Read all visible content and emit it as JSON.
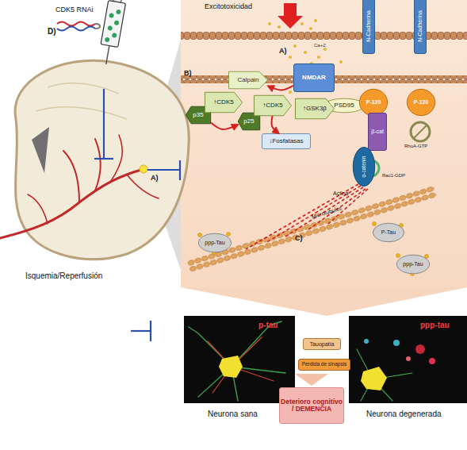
{
  "diagram": {
    "nodes": [
      {
        "text": [
          "N-Cadherina"
        ]
      },
      {
        "text": [
          "N-Cadherina"
        ]
      },
      {
        "text": [
          "NMDAR"
        ]
      },
      {
        "text": [
          "Calpain"
        ]
      },
      {
        "text": [
          "p35"
        ]
      },
      {
        "text": [
          "↑CDK5"
        ]
      },
      {
        "text": [
          "PSD95"
        ]
      },
      {
        "text": [
          "P-120"
        ]
      },
      {
        "text": [
          "P-120"
        ]
      },
      {
        "text": [
          "p25"
        ]
      },
      {
        "text": [
          "↑CDK5"
        ]
      },
      {
        "text": [
          "↑GSK3β"
        ]
      },
      {
        "text": [
          "β-cat"
        ]
      },
      {
        "text": [
          "↓Fosfatasas"
        ]
      },
      {
        "text": [
          "α-catenin"
        ]
      },
      {
        "text": [
          "P-Tau"
        ]
      },
      {
        "text": [
          "ppp-Tau"
        ]
      },
      {
        "text": [
          "ppp-Tau"
        ]
      },
      {
        "text": [
          "Tauopatía"
        ]
      },
      {
        "text": [
          "Perdida de sinapsis"
        ]
      },
      {
        "text": [
          "Deterioro cognitivo / DEMENCIA"
        ]
      }
    ],
    "edges": [
      {
        "from": 2,
        "to": 3,
        "arrow": "to"
      },
      {
        "from": 4,
        "to": 9,
        "arrow": "to"
      },
      {
        "from": 10,
        "to": 13,
        "arrow": "to"
      }
    ],
    "labels": [
      "D)",
      "CDK5 RNAi",
      "Excitotoxicidad",
      "A)",
      "Ca+2",
      "B)",
      "RhoA-GTP",
      "Rac1-GDP",
      "Actina",
      "Microtubules",
      "C)",
      "A)",
      "Isquemia/Reperfusión",
      "p-tau",
      "ppp-tau",
      "Neurona sana",
      "Neurona degenerada"
    ]
  }
}
